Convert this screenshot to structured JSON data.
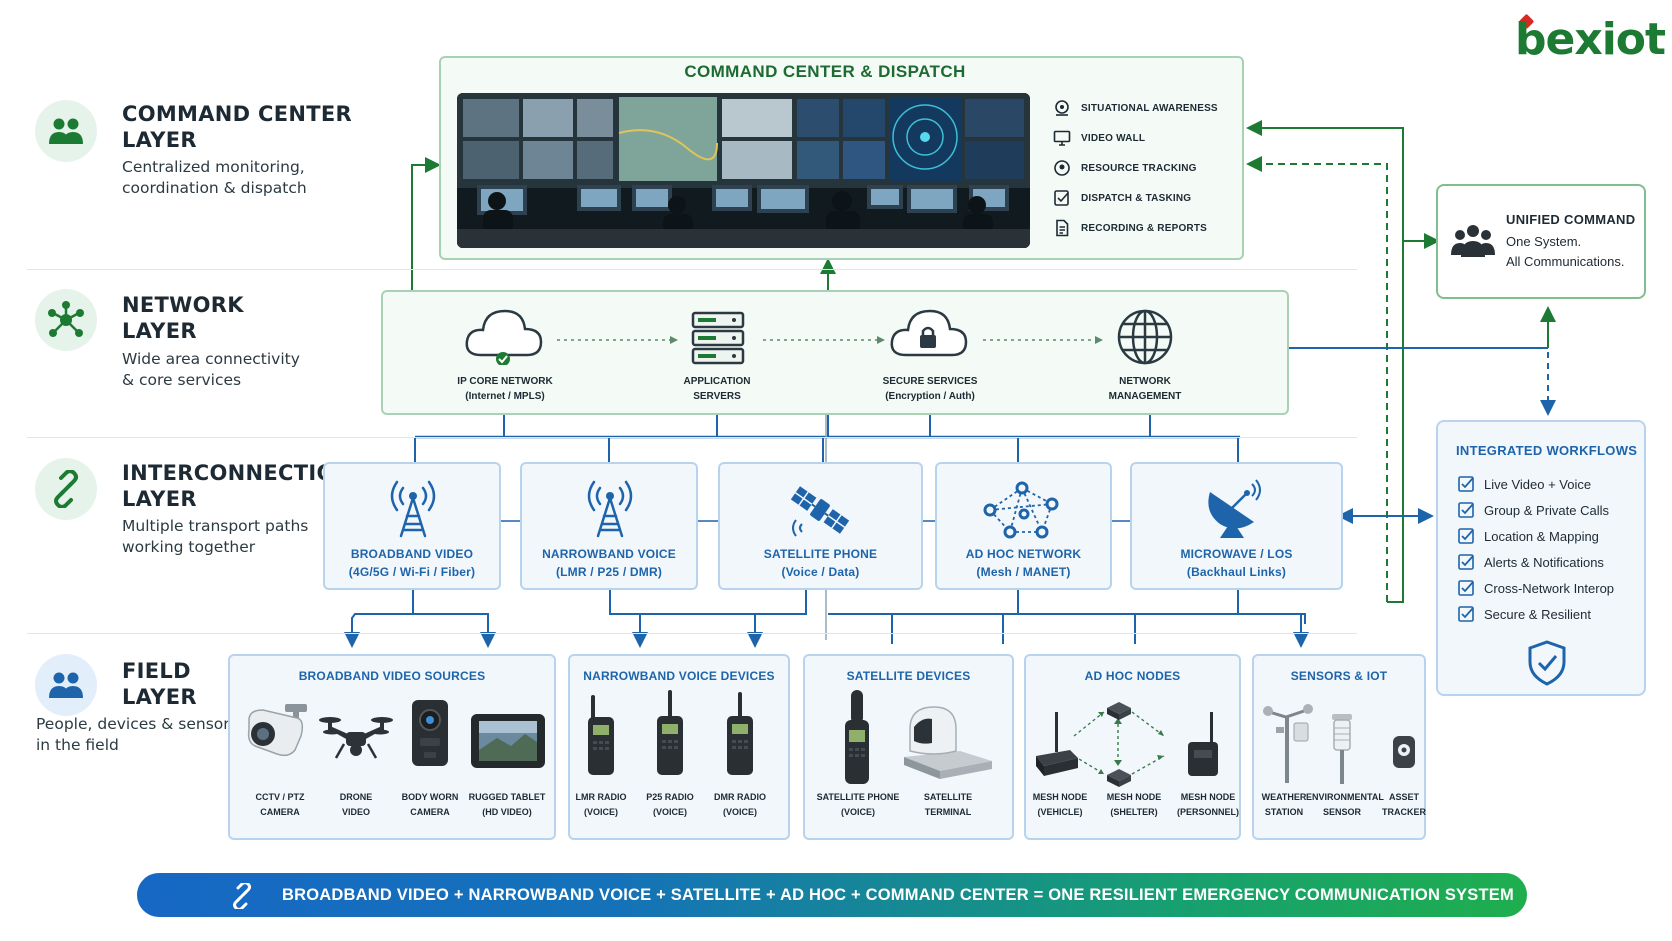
{
  "brand": {
    "logo_text": "bexiot",
    "green": "#1d7a32",
    "blue": "#1e64aa",
    "red": "#d72a22"
  },
  "layers": {
    "command": {
      "title_line1": "COMMAND CENTER",
      "title_line2": "LAYER",
      "desc_line1": "Centralized monitoring,",
      "desc_line2": "coordination & dispatch",
      "icon": "users-icon"
    },
    "network": {
      "title_line1": "NETWORK",
      "title_line2": "LAYER",
      "desc_line1": "Wide area connectivity",
      "desc_line2": "& core services",
      "icon": "network-hub-icon"
    },
    "interconnection": {
      "title_line1": "INTERCONNECTION",
      "title_line2": "LAYER",
      "desc_line1": "Multiple transport paths",
      "desc_line2": "working together",
      "icon": "link-icon"
    },
    "field": {
      "title_line1": "FIELD",
      "title_line2": "LAYER",
      "desc_line1": "People, devices & sensors",
      "desc_line2": "in the field",
      "icon": "users-icon"
    }
  },
  "command_center": {
    "title": "COMMAND CENTER & DISPATCH",
    "features": [
      {
        "label": "SITUATIONAL AWARENESS",
        "icon": "awareness-icon"
      },
      {
        "label": "VIDEO WALL",
        "icon": "monitor-icon"
      },
      {
        "label": "RESOURCE TRACKING",
        "icon": "location-icon"
      },
      {
        "label": "DISPATCH & TASKING",
        "icon": "checklist-icon"
      },
      {
        "label": "RECORDING & REPORTS",
        "icon": "document-icon"
      }
    ]
  },
  "network": {
    "items": [
      {
        "line1": "IP CORE NETWORK",
        "line2": "(Internet / MPLS)",
        "icon": "cloud-check-icon"
      },
      {
        "line1": "APPLICATION",
        "line2": "SERVERS",
        "icon": "server-icon"
      },
      {
        "line1": "SECURE SERVICES",
        "line2": "(Encryption / Auth)",
        "icon": "cloud-lock-icon"
      },
      {
        "line1": "NETWORK",
        "line2": "MANAGEMENT",
        "icon": "globe-icon"
      }
    ]
  },
  "interconnection": {
    "items": [
      {
        "line1": "BROADBAND VIDEO",
        "line2": "(4G/5G / Wi-Fi / Fiber)",
        "icon": "antenna-tower-icon"
      },
      {
        "line1": "NARROWBAND VOICE",
        "line2": "(LMR / P25 / DMR)",
        "icon": "antenna-tower-icon"
      },
      {
        "line1": "SATELLITE PHONE",
        "line2": "(Voice / Data)",
        "icon": "satellite-icon"
      },
      {
        "line1": "AD HOC NETWORK",
        "line2": "(Mesh / MANET)",
        "icon": "mesh-icon"
      },
      {
        "line1": "MICROWAVE / LOS",
        "line2": "(Backhaul Links)",
        "icon": "satellite-dish-icon"
      }
    ]
  },
  "field": {
    "groups": [
      {
        "title": "BROADBAND VIDEO SOURCES",
        "devices": [
          {
            "line1": "CCTV / PTZ",
            "line2": "CAMERA",
            "icon": "cctv-camera-icon"
          },
          {
            "line1": "DRONE",
            "line2": "VIDEO",
            "icon": "drone-icon"
          },
          {
            "line1": "BODY WORN",
            "line2": "CAMERA",
            "icon": "body-camera-icon"
          },
          {
            "line1": "RUGGED TABLET",
            "line2": "(HD VIDEO)",
            "icon": "tablet-icon"
          }
        ]
      },
      {
        "title": "NARROWBAND VOICE DEVICES",
        "devices": [
          {
            "line1": "LMR RADIO",
            "line2": "(VOICE)",
            "icon": "radio-icon"
          },
          {
            "line1": "P25 RADIO",
            "line2": "(VOICE)",
            "icon": "radio-icon"
          },
          {
            "line1": "DMR RADIO",
            "line2": "(VOICE)",
            "icon": "radio-icon"
          }
        ]
      },
      {
        "title": "SATELLITE DEVICES",
        "devices": [
          {
            "line1": "SATELLITE PHONE",
            "line2": "(VOICE)",
            "icon": "satellite-phone-icon"
          },
          {
            "line1": "SATELLITE",
            "line2": "TERMINAL",
            "icon": "satellite-terminal-icon"
          }
        ]
      },
      {
        "title": "AD HOC NODES",
        "devices": [
          {
            "line1": "MESH NODE",
            "line2": "(VEHICLE)",
            "icon": "mesh-node-icon"
          },
          {
            "line1": "MESH NODE",
            "line2": "(SHELTER)",
            "icon": "mesh-node-icon"
          },
          {
            "line1": "MESH NODE",
            "line2": "(PERSONNEL)",
            "icon": "mesh-node-icon"
          }
        ]
      },
      {
        "title": "SENSORS & IOT",
        "devices": [
          {
            "line1": "WEATHER",
            "line2": "STATION",
            "icon": "weather-station-icon"
          },
          {
            "line1": "ENVIRONMENTAL",
            "line2": "SENSOR",
            "icon": "sensor-icon"
          },
          {
            "line1": "ASSET",
            "line2": "TRACKER",
            "icon": "tracker-icon"
          }
        ]
      }
    ]
  },
  "unified_command": {
    "title": "UNIFIED COMMAND",
    "line1": "One System.",
    "line2": "All Communications.",
    "icon": "team-icon"
  },
  "integrated_workflows": {
    "title": "INTEGRATED WORKFLOWS",
    "items": [
      "Live Video + Voice",
      "Group & Private Calls",
      "Location & Mapping",
      "Alerts & Notifications",
      "Cross-Network Interop",
      "Secure & Resilient"
    ],
    "icon": "shield-check-icon"
  },
  "banner": {
    "text": "BROADBAND VIDEO + NARROWBAND VOICE + SATELLITE + AD HOC + COMMAND CENTER = ONE RESILIENT EMERGENCY COMMUNICATION SYSTEM",
    "icon": "link-icon"
  }
}
